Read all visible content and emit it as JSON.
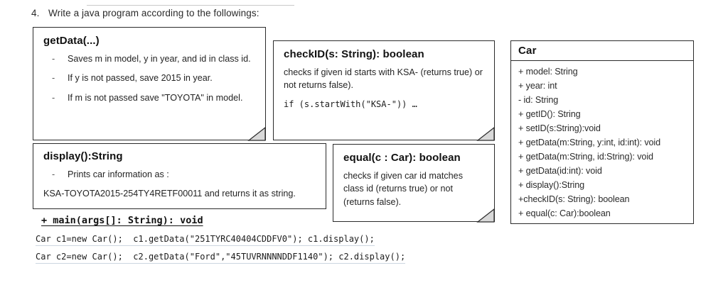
{
  "question": {
    "number": "4.",
    "text": "Write a java program according to the followings:"
  },
  "notes": [
    {
      "key": "getdata",
      "title": "getData(...)",
      "bullets": [
        "Saves m in model, y in year, and id in class id.",
        "If y is not passed, save 2015 in year.",
        "If m is not passed save \"TOYOTA\" in model."
      ]
    },
    {
      "key": "checkid",
      "title": "checkID(s: String): boolean",
      "paragraph": "checks if given id starts with KSA- (returns true) or not returns false).",
      "code": "if (s.startWith(\"KSA-\")) …"
    },
    {
      "key": "display",
      "title": "display():String",
      "bullet": "Prints car information as :",
      "flat": "KSA-TOYOTA2015-254TY4RETF00011  and returns it as string."
    },
    {
      "key": "equal",
      "title": "equal(c : Car): boolean",
      "paragraph": "checks if given car id matches class id (returns true) or not (returns false)."
    }
  ],
  "main_block": {
    "signature": "+ main(args[]: String): void",
    "lines": [
      "Car c1=new Car();  c1.getData(\"251TYRC40404CDDFV0\"); c1.display();",
      "Car c2=new Car();  c2.getData(\"Ford\",\"45TUVRNNNNDDF1140\"); c2.display();"
    ]
  },
  "uml": {
    "class_name": "Car",
    "members": [
      "+ model: String",
      "+ year: int",
      "- id: String",
      "+ getID(): String",
      "+ setID(s:String):void",
      "+ getData(m:String, y:int, id:int): void",
      "+ getData(m:String, id:String): void",
      "+ getData(id:int): void",
      "+ display():String",
      "+checkID(s: String): boolean",
      "+ equal(c: Car):boolean"
    ]
  },
  "colors": {
    "ink": "#1a1a1a",
    "border": "#2b2b2b",
    "rule": "#c9c9c9",
    "code_underline": "#ccd6e0"
  }
}
